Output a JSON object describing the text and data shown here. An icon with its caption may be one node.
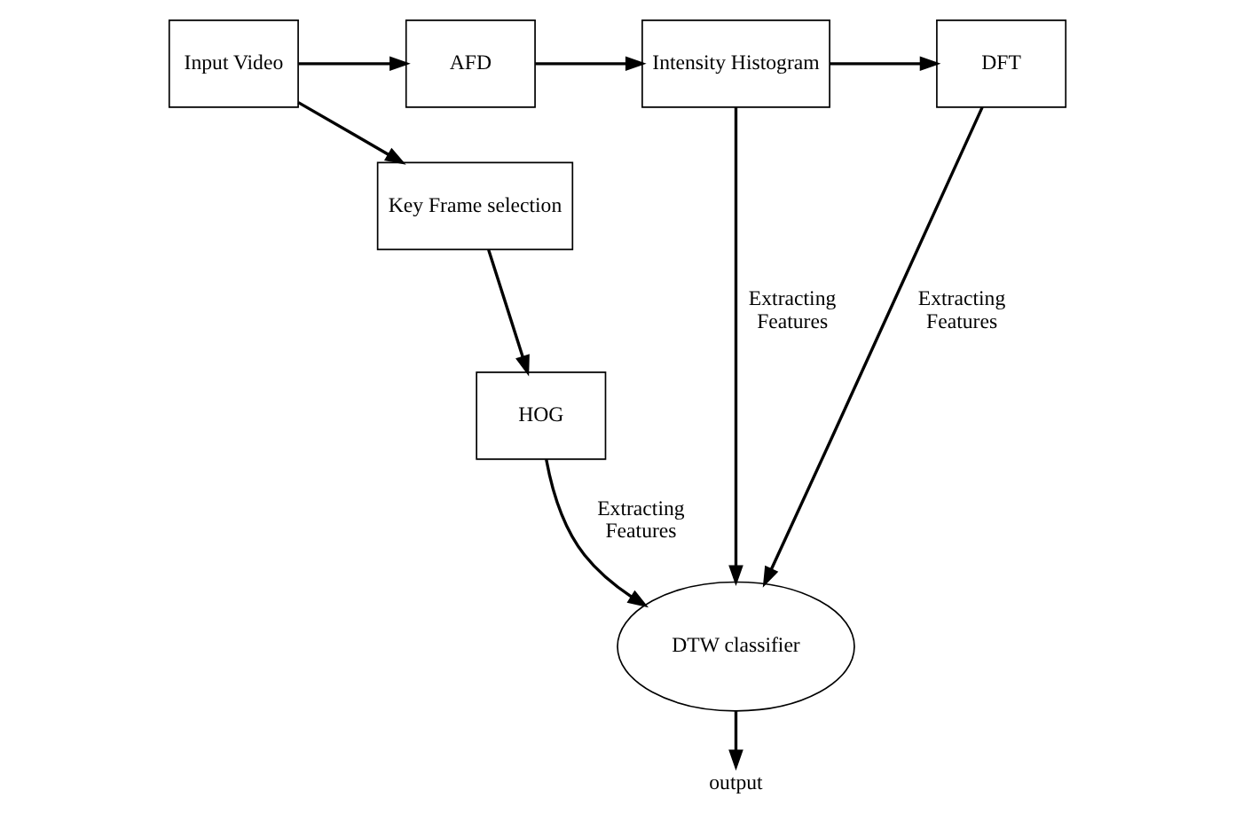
{
  "diagram": {
    "nodes": [
      {
        "text": [
          "Input Video"
        ]
      },
      {
        "text": [
          "AFD"
        ]
      },
      {
        "text": [
          "Intensity Histogram"
        ]
      },
      {
        "text": [
          "DFT"
        ]
      },
      {
        "text": [
          "Key Frame selection"
        ]
      },
      {
        "text": [
          "HOG"
        ]
      },
      {
        "text": [
          "DTW classifier"
        ]
      },
      {
        "text": [
          "output"
        ]
      }
    ],
    "edges": [
      {
        "from": 0,
        "to": 1,
        "arrow": "to"
      },
      {
        "from": 1,
        "to": 2,
        "arrow": "to"
      },
      {
        "from": 2,
        "to": 3,
        "arrow": "to"
      },
      {
        "from": 0,
        "to": 4,
        "arrow": "to"
      },
      {
        "from": 4,
        "to": 5,
        "arrow": "to"
      },
      {
        "from": 2,
        "to": 6,
        "arrow": "to",
        "label": "Extracting Features"
      },
      {
        "from": 3,
        "to": 6,
        "arrow": "to",
        "label": "Extracting Features"
      },
      {
        "from": 5,
        "to": 6,
        "arrow": "to",
        "label": "Extracting Features"
      },
      {
        "from": 6,
        "to": 7,
        "arrow": "to"
      }
    ]
  }
}
